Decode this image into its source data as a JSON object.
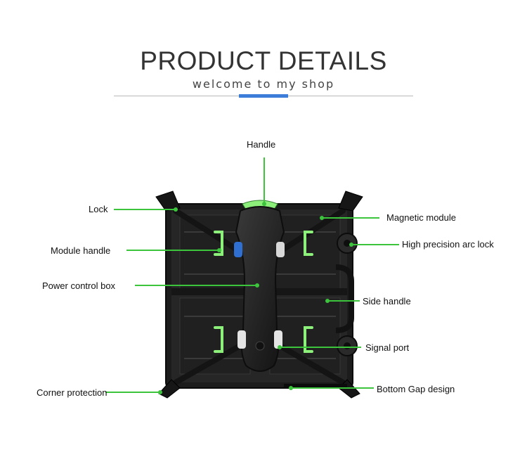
{
  "header": {
    "title": "PRODUCT DETAILS",
    "subtitle": "welcome to my shop"
  },
  "colors": {
    "accent_bar": "#3b7dd8",
    "leader_line": "#3cc43c",
    "panel_body": "#1c1c1c",
    "module_handle": "#8cf07a"
  },
  "callouts": {
    "handle": "Handle",
    "lock": "Lock",
    "magnetic_module": "Magnetic module",
    "module_handle": "Module handle",
    "arc_lock": "High precision arc lock",
    "power_control_box": "Power control box",
    "side_handle": "Side handle",
    "signal_port": "Signal port",
    "corner_protection": "Corner protection",
    "bottom_gap": "Bottom Gap design"
  }
}
